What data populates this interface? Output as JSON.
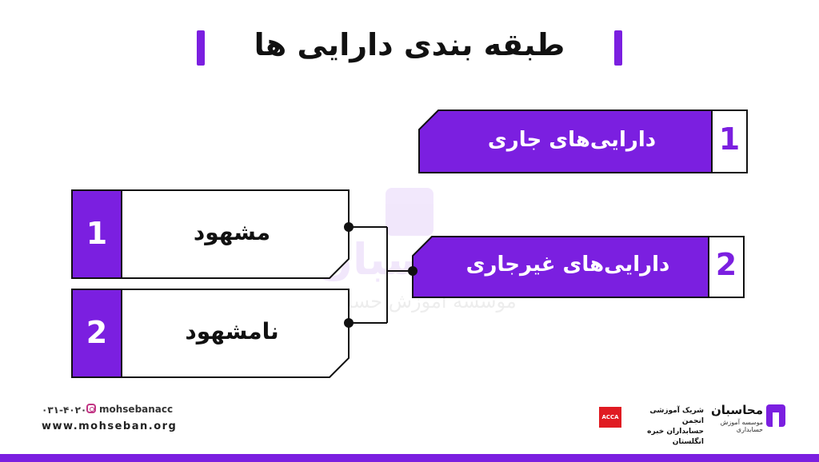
{
  "title": "طبقه بندی دارایی ها",
  "colors": {
    "accent": "#7b1fe0",
    "text": "#111111",
    "acca": "#e01b22"
  },
  "watermark": {
    "name": "محاسبان",
    "subtitle": "موسسه آموزش حسابداری"
  },
  "assets": [
    {
      "number": "1",
      "label": "دارایی‌های جاری"
    },
    {
      "number": "2",
      "label": "دارایی‌های غیرجاری"
    }
  ],
  "noncurrent_types": [
    {
      "number": "1",
      "label": "مشهود"
    },
    {
      "number": "2",
      "label": "نامشهود"
    }
  ],
  "footer": {
    "phone": "۰۳۱-۴۰۲۰",
    "instagram": "mohsebanacc",
    "website": "www.mohseban.org",
    "acca_badge": "ACCA",
    "partner_line1": "شریک آموزشی انجمن",
    "partner_line2": "حسابداران خبره انگلستان",
    "brand_name": "محاسبان",
    "brand_sub": "موسسه آموزش حسابداری"
  }
}
